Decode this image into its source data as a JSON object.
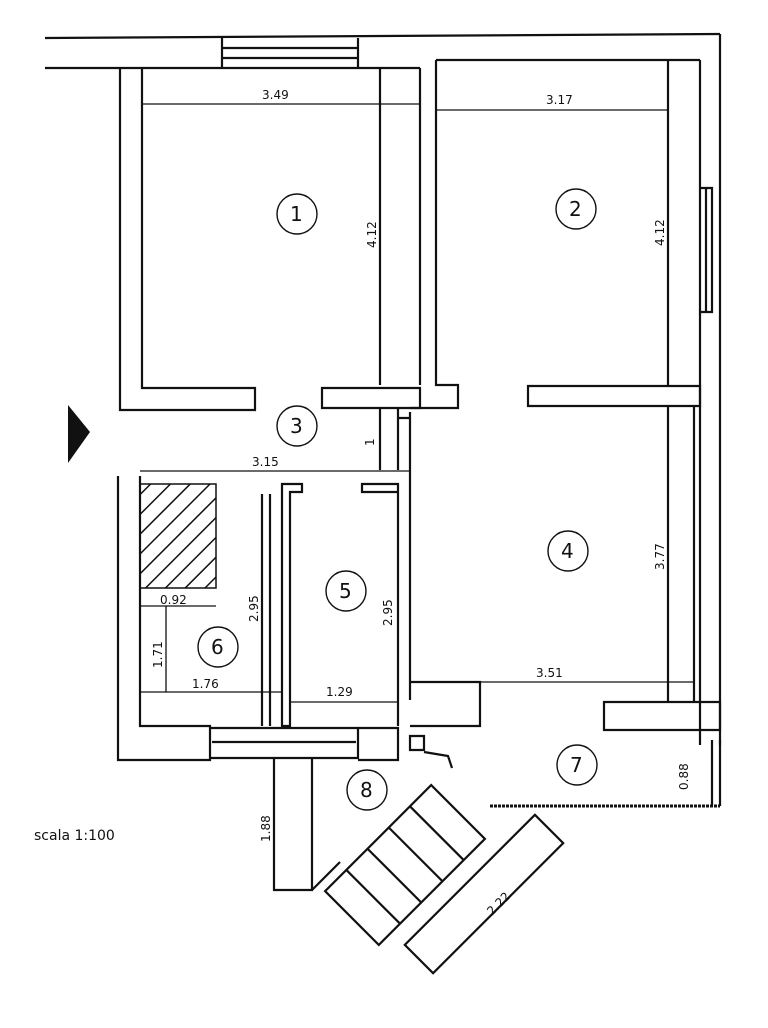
{
  "plan": {
    "rooms": [
      "1",
      "2",
      "3",
      "4",
      "5",
      "6",
      "7",
      "8"
    ],
    "dimensions": {
      "r1_width": "3.49",
      "r1_height": "4.12",
      "r2_width": "3.17",
      "r2_height": "4.12",
      "hall_width": "3.15",
      "hall_gap": "1",
      "r4_height": "3.77",
      "r4_width": "3.51",
      "r5_height": "2.95",
      "r5_width": "1.29",
      "r6_height": "2.95",
      "r6_width": "1.76",
      "r6_sub_height": "1.71",
      "shower_width": "0.92",
      "r7_height": "0.88",
      "r8_left": "1.88",
      "stair_length": "2.22"
    },
    "scale_label": "scala 1:100"
  },
  "colors": {
    "ink": "#111111",
    "paper": "#ffffff"
  }
}
